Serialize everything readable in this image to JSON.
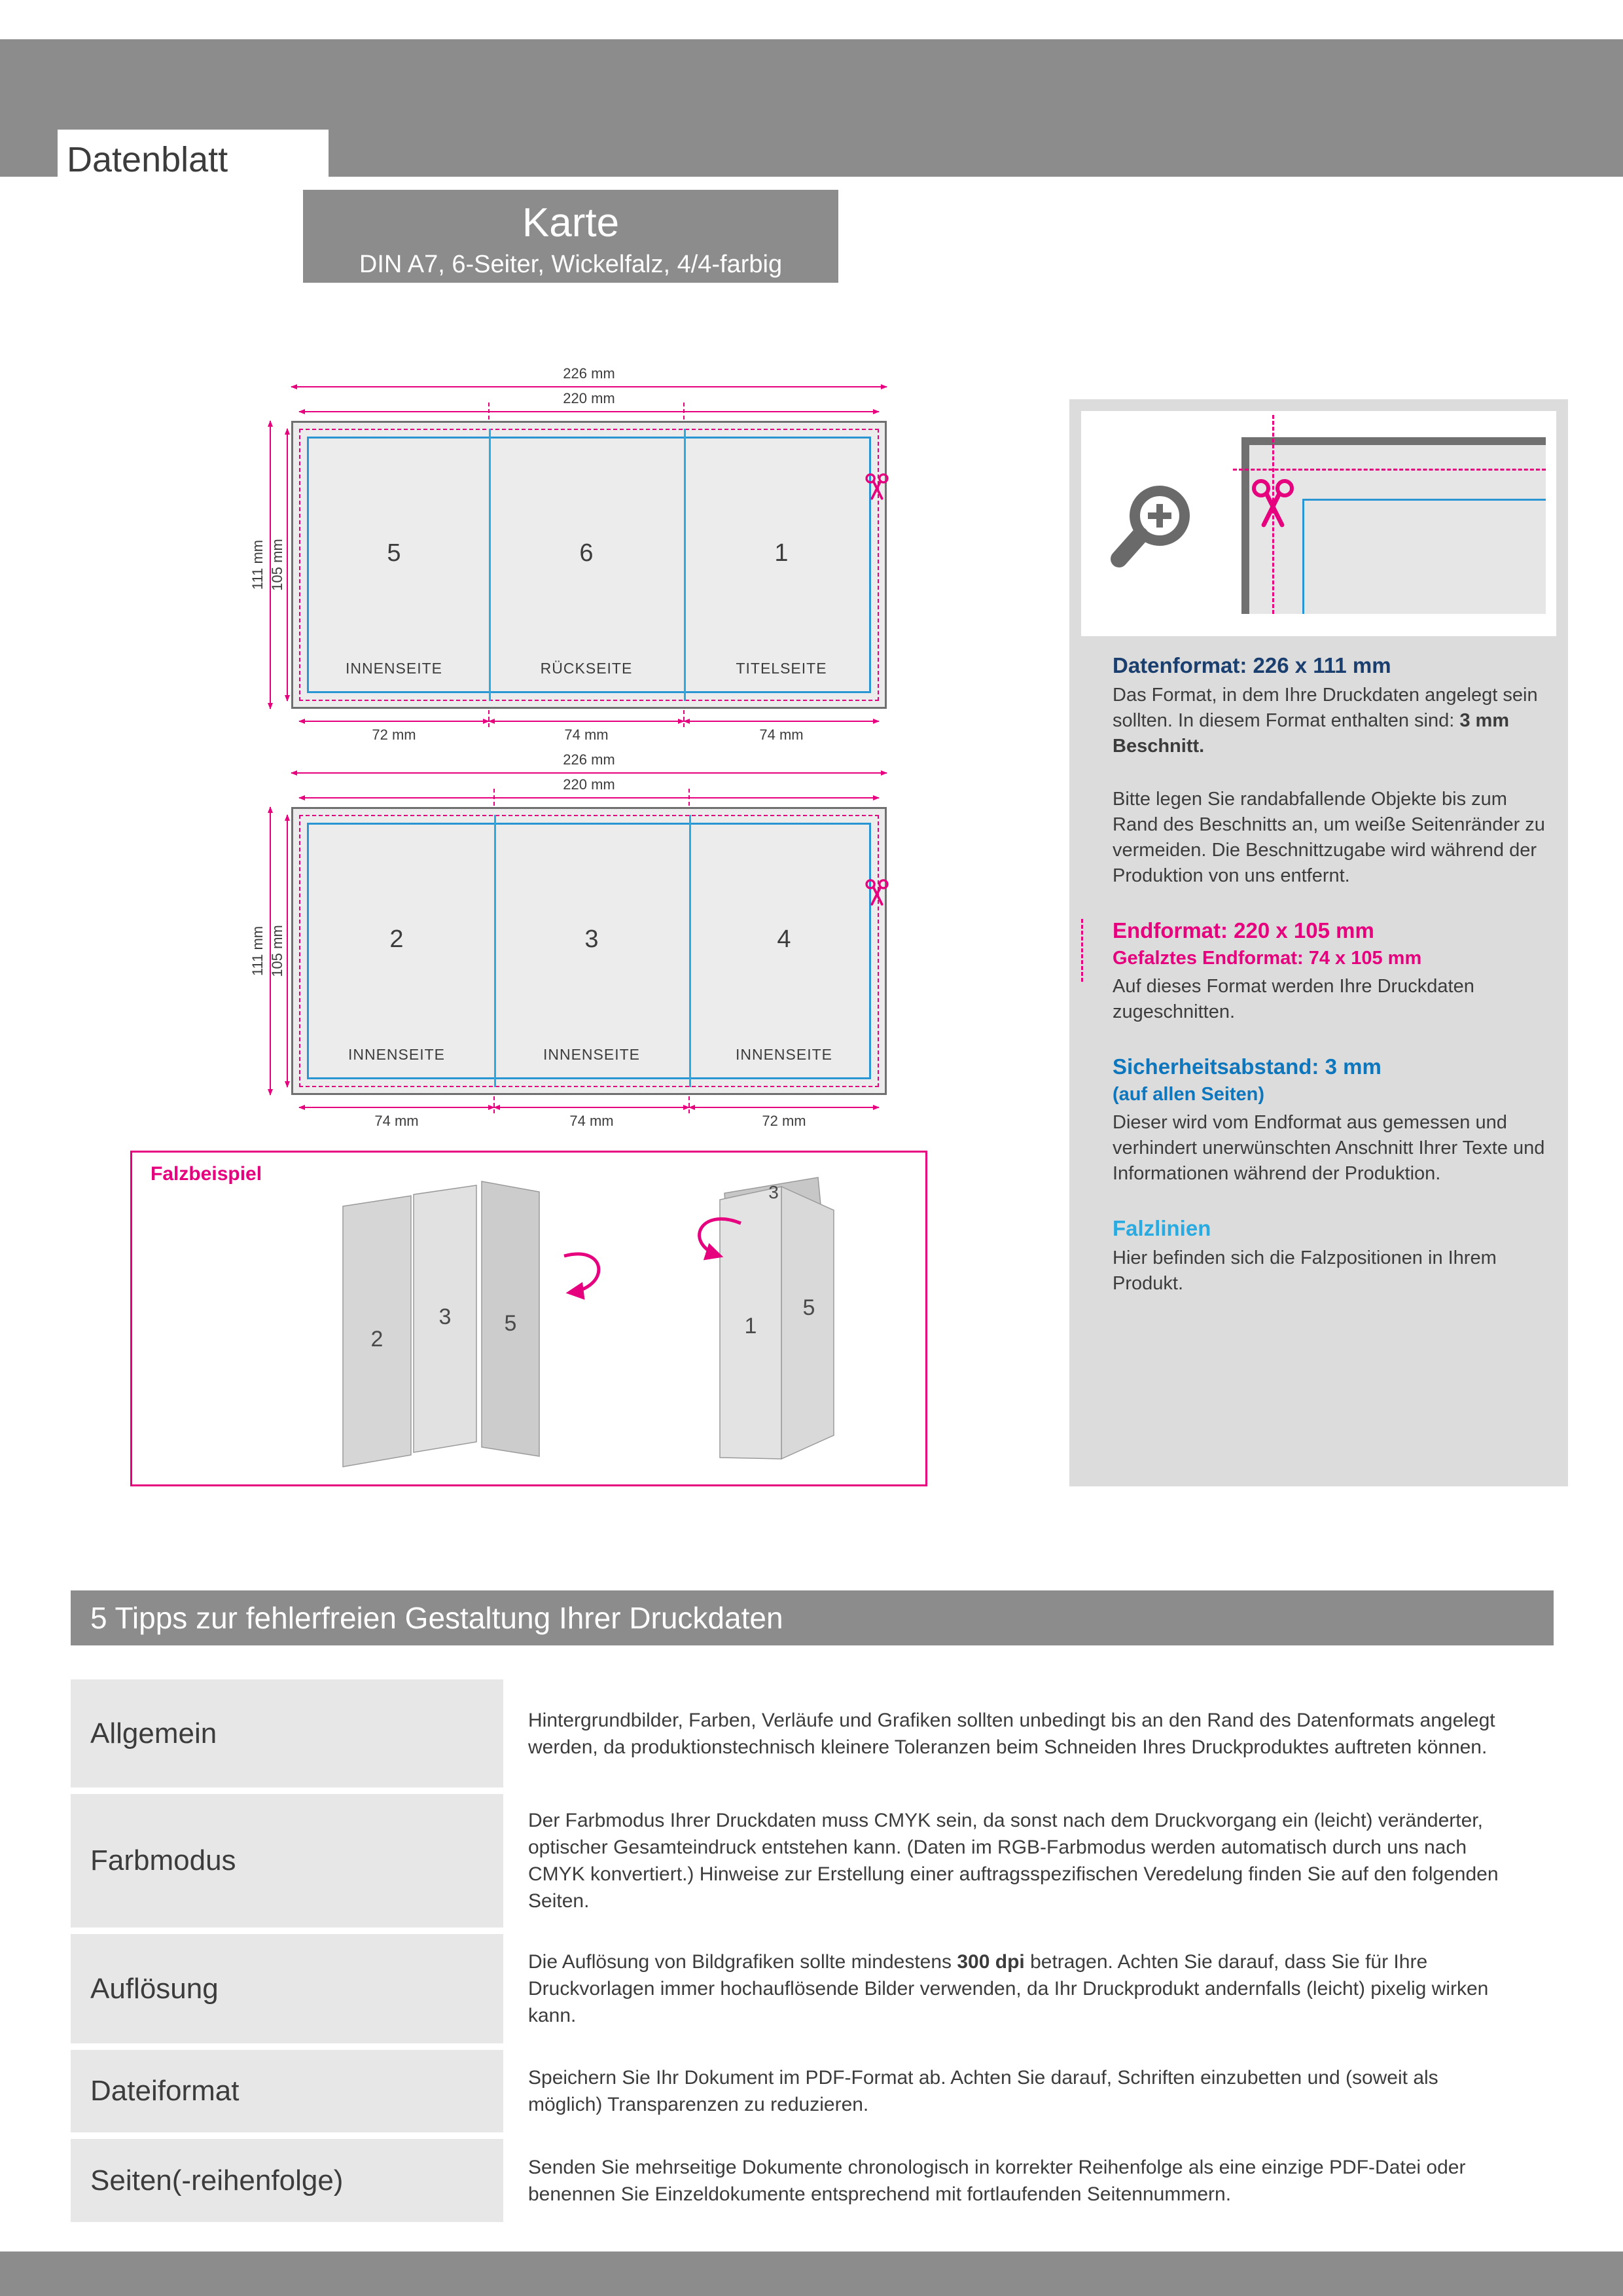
{
  "page": {
    "datenblatt": "Datenblatt",
    "title": "Karte",
    "subtitle": "DIN A7, 6-Seiter, Wickelfalz, 4/4-farbig"
  },
  "colors": {
    "magenta": "#e6007e",
    "cyan": "#29abe2",
    "safety_blue": "#0e76bc",
    "navy": "#1a3e6e",
    "gray_band": "#8c8c8c"
  },
  "diagram1": {
    "dim_width_outer": "226 mm",
    "dim_width_inner": "220 mm",
    "dim_height_outer": "111 mm",
    "dim_height_inner": "105 mm",
    "panels": [
      {
        "number": "5",
        "caption": "INNENSEITE",
        "width": "72 mm"
      },
      {
        "number": "6",
        "caption": "RÜCKSEITE",
        "width": "74 mm"
      },
      {
        "number": "1",
        "caption": "TITELSEITE",
        "width": "74 mm"
      }
    ]
  },
  "diagram2": {
    "dim_width_outer": "226 mm",
    "dim_width_inner": "220 mm",
    "dim_height_outer": "111 mm",
    "dim_height_inner": "105 mm",
    "panels": [
      {
        "number": "2",
        "caption": "INNENSEITE",
        "width": "74 mm"
      },
      {
        "number": "3",
        "caption": "INNENSEITE",
        "width": "74 mm"
      },
      {
        "number": "4",
        "caption": "INNENSEITE",
        "width": "72 mm"
      }
    ]
  },
  "falzbeispiel": {
    "label": "Falzbeispiel",
    "unfolded": [
      "2",
      "3",
      "5"
    ],
    "folded": [
      "3",
      "1",
      "5"
    ]
  },
  "sidebar": {
    "datenformat": {
      "heading": "Datenformat: 226 x 111 mm",
      "body_pre": "Das Format, in dem Ihre Druckdaten angelegt sein sollten. In diesem Format enthalten sind: ",
      "body_bold": "3 mm Beschnitt."
    },
    "bleed_note": "Bitte legen Sie randabfallende Objekte bis zum Rand des Beschnitts an, um weiße Seitenränder zu vermeiden. Die Beschnittzugabe wird während der Produktion von uns entfernt.",
    "endformat": {
      "heading": "Endformat: 220 x 105 mm",
      "subheading": "Gefalztes Endformat: 74 x 105 mm",
      "body": "Auf dieses Format werden Ihre Druckdaten zugeschnitten."
    },
    "sicherheitsabstand": {
      "heading": "Sicherheitsabstand: 3 mm",
      "subheading": "(auf allen Seiten)",
      "body": "Dieser wird vom Endformat aus gemessen und verhindert unerwünschten Anschnitt Ihrer Texte und Informationen während der Produktion."
    },
    "falzlinien": {
      "heading": "Falzlinien",
      "body": "Hier befinden sich die Falzpositionen in Ihrem Produkt."
    }
  },
  "tips": {
    "heading": "5 Tipps zur fehlerfreien Gestaltung Ihrer Druckdaten",
    "rows": [
      {
        "label": "Allgemein",
        "pre": "Hintergrundbilder, Farben, Verläufe und Grafiken sollten unbedingt bis an den Rand des Datenformats angelegt werden, da produktionstechnisch kleinere Toleranzen beim Schneiden Ihres Druckproduktes auftreten können.",
        "bold": "",
        "post": ""
      },
      {
        "label": "Farbmodus",
        "pre": "Der Farbmodus Ihrer Druckdaten muss CMYK sein, da sonst nach dem Druckvorgang ein (leicht) veränderter, optischer Gesamteindruck entstehen kann. (Daten im RGB-Farbmodus werden automatisch durch uns nach CMYK konvertiert.) Hinweise zur Erstellung einer auftragsspezifischen Veredelung finden Sie auf den folgenden Seiten.",
        "bold": "",
        "post": ""
      },
      {
        "label": "Auflösung",
        "pre": "Die Auflösung von Bildgrafiken sollte mindestens ",
        "bold": "300 dpi",
        "post": " betragen. Achten Sie darauf, dass Sie für Ihre Druckvorlagen immer hochauflösende Bilder verwenden, da Ihr Druckprodukt andernfalls (leicht) pixelig wirken kann."
      },
      {
        "label": "Dateiformat",
        "pre": "Speichern Sie Ihr Dokument im PDF-Format ab. Achten Sie darauf, Schriften einzubetten und (soweit als möglich) Transparenzen zu reduzieren.",
        "bold": "",
        "post": ""
      },
      {
        "label": "Seiten(-reihenfolge)",
        "pre": "Senden Sie mehrseitige Dokumente chronologisch in korrekter Reihenfolge als eine einzige PDF-Datei oder benennen Sie Einzeldokumente entsprechend mit fortlaufenden Seitennummern.",
        "bold": "",
        "post": ""
      }
    ]
  }
}
